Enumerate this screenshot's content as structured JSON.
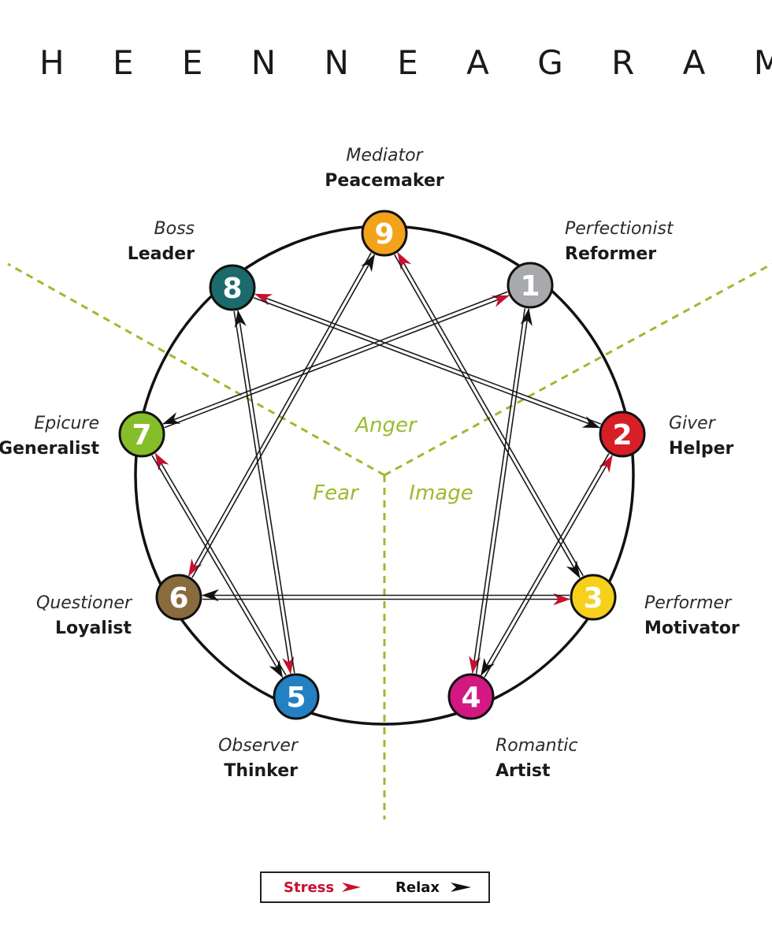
{
  "title": "T H E   E N N E A G R A M",
  "center_labels": {
    "anger": "Anger",
    "fear": "Fear",
    "image": "Image",
    "color": "#9bbb2e"
  },
  "types": [
    {
      "number": "9",
      "alias": "Mediator",
      "name": "Peacemaker",
      "color": "#f2a31b"
    },
    {
      "number": "1",
      "alias": "Perfectionist",
      "name": "Reformer",
      "color": "#a7a9ac"
    },
    {
      "number": "2",
      "alias": "Giver",
      "name": "Helper",
      "color": "#d71f26"
    },
    {
      "number": "3",
      "alias": "Performer",
      "name": "Motivator",
      "color": "#f6d01a"
    },
    {
      "number": "4",
      "alias": "Romantic",
      "name": "Artist",
      "color": "#d31882"
    },
    {
      "number": "5",
      "alias": "Observer",
      "name": "Thinker",
      "color": "#2280c3"
    },
    {
      "number": "6",
      "alias": "Questioner",
      "name": "Loyalist",
      "color": "#8a6b3d"
    },
    {
      "number": "7",
      "alias": "Epicure",
      "name": "Generalist",
      "color": "#86bd2a"
    },
    {
      "number": "8",
      "alias": "Boss",
      "name": "Leader",
      "color": "#1c6a6c"
    }
  ],
  "arrows": [
    {
      "from": "1",
      "to": "4",
      "kind": "stress"
    },
    {
      "from": "4",
      "to": "2",
      "kind": "stress"
    },
    {
      "from": "2",
      "to": "8",
      "kind": "stress"
    },
    {
      "from": "8",
      "to": "5",
      "kind": "stress"
    },
    {
      "from": "5",
      "to": "7",
      "kind": "stress"
    },
    {
      "from": "7",
      "to": "1",
      "kind": "stress"
    },
    {
      "from": "9",
      "to": "6",
      "kind": "stress"
    },
    {
      "from": "6",
      "to": "3",
      "kind": "stress"
    },
    {
      "from": "3",
      "to": "9",
      "kind": "stress"
    },
    {
      "from": "1",
      "to": "7",
      "kind": "relax"
    },
    {
      "from": "7",
      "to": "5",
      "kind": "relax"
    },
    {
      "from": "5",
      "to": "8",
      "kind": "relax"
    },
    {
      "from": "8",
      "to": "2",
      "kind": "relax"
    },
    {
      "from": "2",
      "to": "4",
      "kind": "relax"
    },
    {
      "from": "4",
      "to": "1",
      "kind": "relax"
    },
    {
      "from": "9",
      "to": "3",
      "kind": "relax"
    },
    {
      "from": "3",
      "to": "6",
      "kind": "relax"
    },
    {
      "from": "6",
      "to": "9",
      "kind": "relax"
    }
  ],
  "legend": {
    "stress_label": "Stress",
    "relax_label": "Relax",
    "stress_color": "#c8102e",
    "relax_color": "#111111"
  }
}
